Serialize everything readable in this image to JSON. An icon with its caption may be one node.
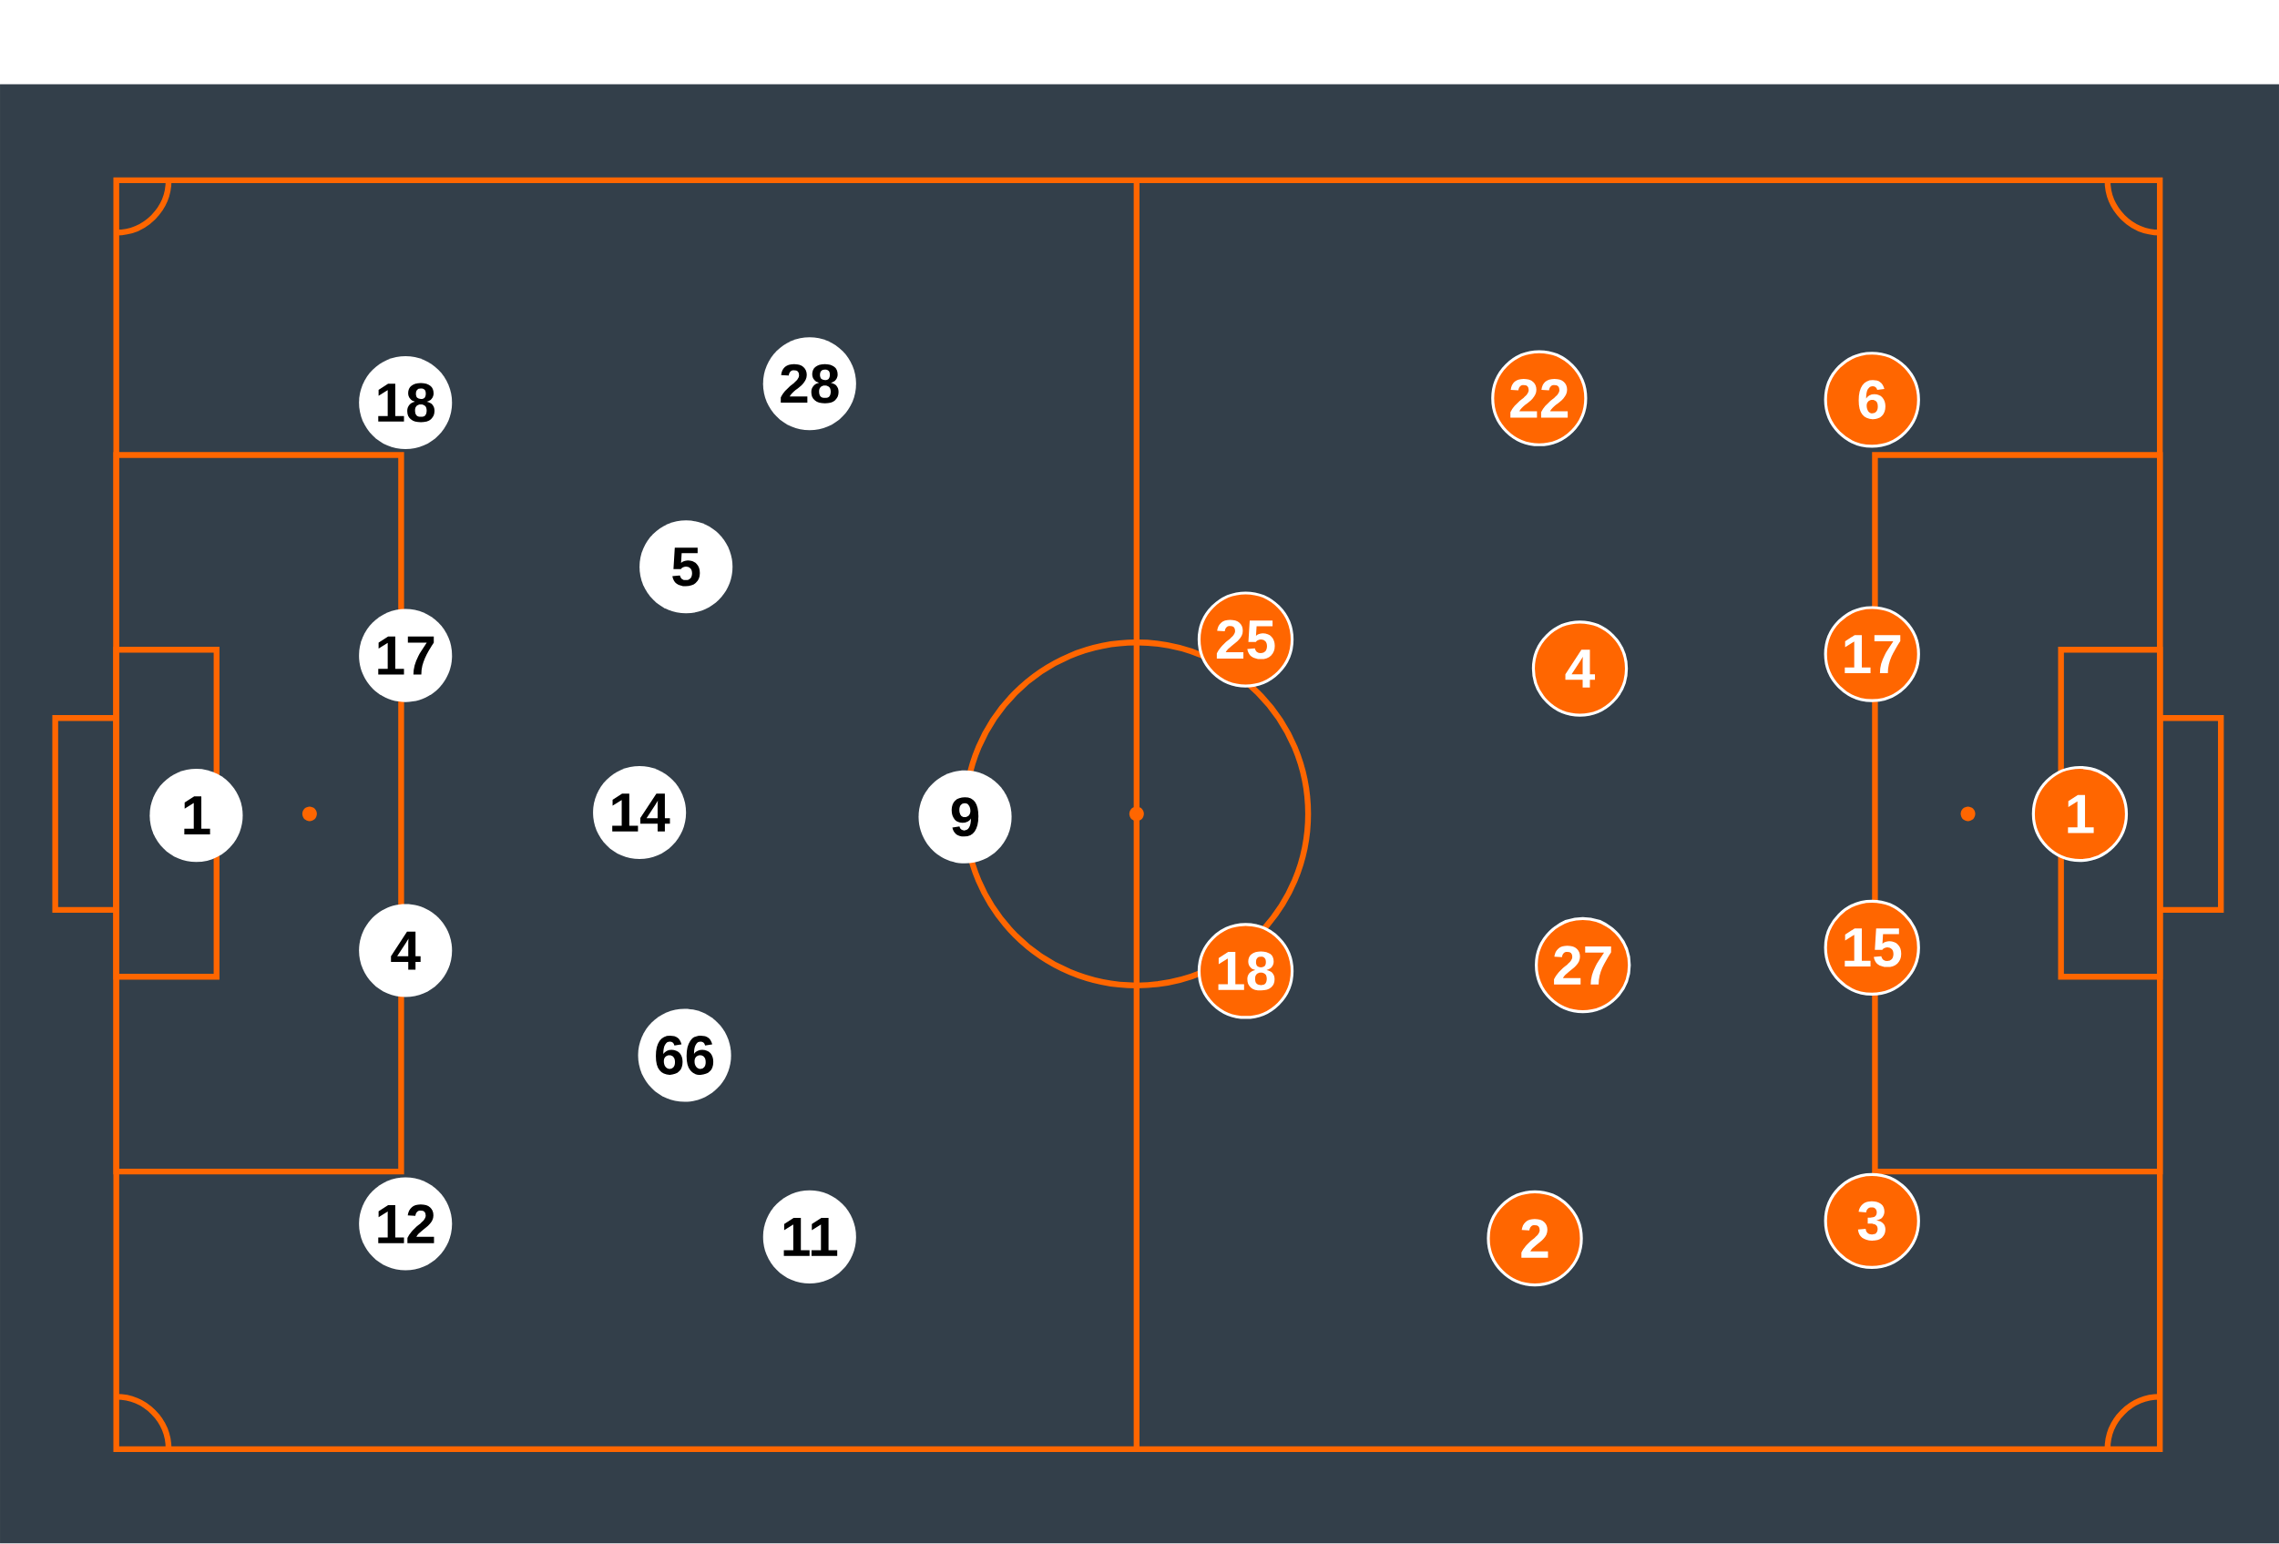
{
  "diagram": {
    "nodes": [
      {
        "text": [
          "1"
        ]
      },
      {
        "text": [
          "18"
        ]
      },
      {
        "text": [
          "17"
        ]
      },
      {
        "text": [
          "4"
        ]
      },
      {
        "text": [
          "12"
        ]
      },
      {
        "text": [
          "5"
        ]
      },
      {
        "text": [
          "14"
        ]
      },
      {
        "text": [
          "66"
        ]
      },
      {
        "text": [
          "28"
        ]
      },
      {
        "text": [
          "11"
        ]
      },
      {
        "text": [
          "9"
        ]
      },
      {
        "text": [
          "25"
        ]
      },
      {
        "text": [
          "18"
        ]
      },
      {
        "text": [
          "22"
        ]
      },
      {
        "text": [
          "4"
        ]
      },
      {
        "text": [
          "27"
        ]
      },
      {
        "text": [
          "2"
        ]
      },
      {
        "text": [
          "6"
        ]
      },
      {
        "text": [
          "17"
        ]
      },
      {
        "text": [
          "15"
        ]
      },
      {
        "text": [
          "3"
        ]
      },
      {
        "text": [
          "1"
        ]
      }
    ]
  }
}
